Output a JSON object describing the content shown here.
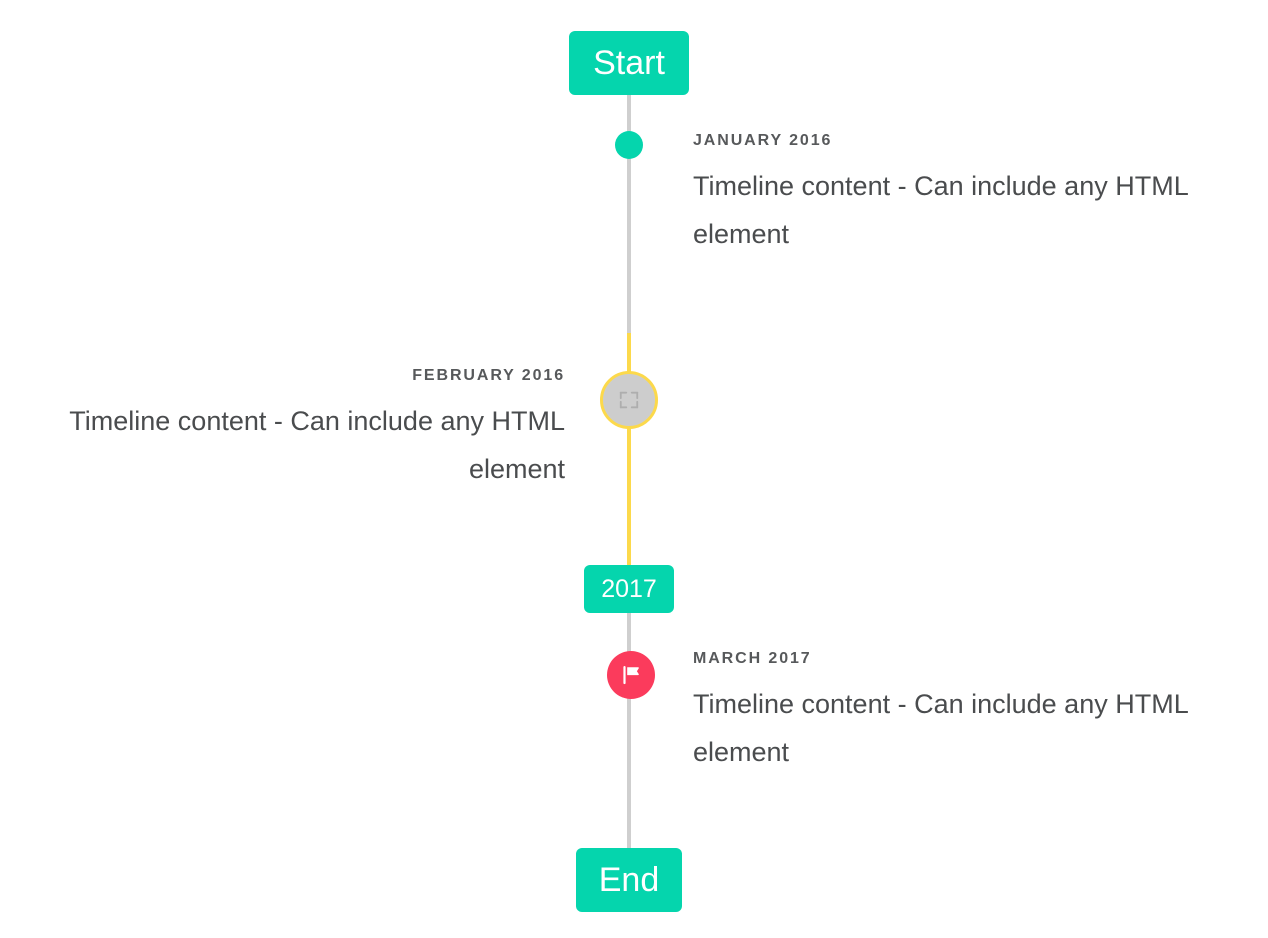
{
  "timeline": {
    "start_label": "Start",
    "end_label": "End",
    "year_label": "2017",
    "colors": {
      "accent_teal": "#05d5ad",
      "line_gray": "#cfcfcf",
      "line_yellow": "#fcd94b",
      "marker_pink": "#fb3b5c",
      "marker_gray": "#cdcdcd",
      "date_text": "#57595b",
      "body_text": "#4a4c4e"
    },
    "entries": [
      {
        "date": "January 2016",
        "body": "Timeline content - Can include any HTML element",
        "side": "right",
        "marker": "dot-icon"
      },
      {
        "date": "February 2016",
        "body": "Timeline content - Can include any HTML element",
        "side": "left",
        "marker": "broken-image-icon"
      },
      {
        "date": "March 2017",
        "body": "Timeline content - Can include any HTML element",
        "side": "right",
        "marker": "flag-icon"
      }
    ]
  }
}
